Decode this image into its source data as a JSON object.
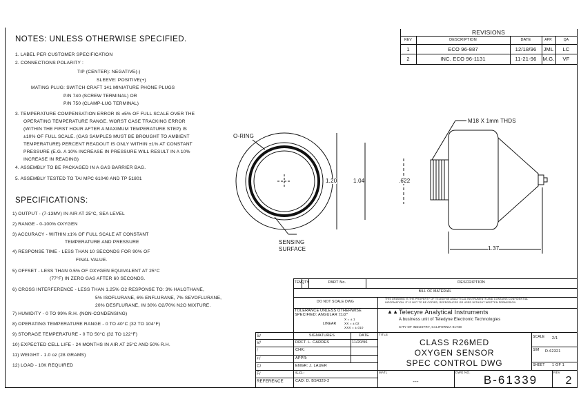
{
  "notes": {
    "title": "NOTES: UNLESS OTHERWISE SPECIFIED.",
    "lines": [
      "1. LABEL PER CUSTOMER SPECIFICATION",
      "2. CONNECTIONS POLARITY :",
      "TIP (CENTER): NEGATIVE(-)",
      "SLEEVE: POSITIVE(+)",
      "MATING PLUG: SWITCH CRAFT 141 MINIATURE PHONE PLUGS",
      "P/N 740 (SCREW TERMINAL) OR",
      "P/N 750 (CLAMP-LUG TERMINAL)",
      "3. TEMPERATURE COMPENSATION ERROR IS ±5% OF FULL SCALE OVER THE",
      "OPERATING TEMPERATURE RANGE. WORST CASE TRACKING ERROR",
      "(WITHIN THE FIRST HOUR AFTER A MAXIMUM TEMPERATURE STEP) IS",
      "±10% OF FULL SCALE. (GAS SAMPLES MUST BE BROUGHT TO AMBIENT",
      "TEMPERATURE) PERCENT READOUT IS ONLY WITHIN ±1% AT CONSTANT",
      "PRESSURE (E.G. A 10% INCREASE IN PRESSURE WILL RESULT IN A 10%",
      "INCREASE IN READING)",
      "4. ASSEMBLY TO BE PACKAGED IN A GAS BARRIER BAG.",
      "5. ASSEMBLY TESTED TO TAI MPC 61040 AND TP 51801"
    ]
  },
  "specs": {
    "title": "SPECIFICATIONS:",
    "lines": [
      "1) OUTPUT - (7-13MV) IN AIR AT 25°C, SEA LEVEL",
      "2) RANGE - 0-100% OXYGEN",
      "3) ACCURACY - WITHIN ±1% OF FULL SCALE AT CONSTANT",
      "TEMPERATURE AND PRESSURE",
      "4) RESPONSE TIME - LESS THAN 10 SECONDS FOR 90% OF",
      "FINAL VALUE.",
      "5) OFFSET - LESS THAN 0.5% OF OXYGEN EQUIVALENT AT 25°C",
      "(77°F) IN ZERO GAS AFTER 60 SECONDS.",
      "6) CROSS INTERFERENCE - LESS THAN 1.25% O2 RESPONSE TO: 3% HALOTHANE,",
      "5% ISOFLURANE, 6% ENFLURANE, 7% SEVOFLURANE,",
      "20% DESFLURANE, IN 30% O2/70% N2O MIXTURE.",
      "7) HUMIDITY - 0 TO 99% R.H. (NON-CONDENSING)",
      "8) OPERATING TEMPERATURE RANGE - 0 TO 40°C (32 TO 104°F)",
      "9) STORAGE TEMPERATURE - 0 TO 50°C (32 TO 122°F)",
      "10) EXPECTED CELL LIFE - 24 MONTHS IN AIR AT 25°C AND 50% R.H.",
      "11) WEIGHT - 1.0 oz (28 GRAMS)",
      "12) LOAD - 10K REQUIRED"
    ]
  },
  "revisions": {
    "title": "REVISIONS",
    "headers": [
      "REV",
      "DESCRIPTION",
      "DATE",
      "APP.",
      "QA"
    ],
    "rows": [
      [
        "1",
        "ECO 96-887",
        "12/18/96",
        "JML",
        "LC"
      ],
      [
        "2",
        "INC. ECO 96-1131",
        "11-21-96",
        "M.G.",
        "VF"
      ]
    ]
  },
  "drawing": {
    "o_ring": "O-RING",
    "sensing": "SENSING",
    "surface": "SURFACE",
    "dim_120": "1.20",
    "dim_104": "1.04",
    "dim_622": ".622",
    "dim_137": "1.37",
    "thread": "M18 X 1mm THDS"
  },
  "title_block": {
    "item": "ITEM",
    "qty": "QTY",
    "part_no": "PART No.",
    "description": "DESCRIPTION",
    "bom": "BILL OF MATERIAL",
    "scale_note": "DO NOT SCALE DWG",
    "property": [
      "THIS DRAWING IS THE PROPERTY OF TELEDYNE ANALYTICAL INSTRUMENTS AND CONTAINS CONFIDENTIAL",
      "INFORMATION. IT IS NOT TO BE COPIED, REPRODUCED OR USED WITHOUT WRITTEN PERMISSION"
    ],
    "tolerance": [
      "TOLERANCE UNLESS OTHERWISE",
      "SPECIFIED: ANGULAR ±1/2°",
      "LINEAR",
      "X = ±.1",
      "XX = ±.02",
      "XXX = ±.010"
    ],
    "company": "Telecyre Analytical Instruments",
    "unit": "A business unit of Teledyne Electronic Technologies",
    "city": "CITY OF INDUSTRY, CALIFORNIA 91748",
    "left_labels": [
      "S/",
      "V/",
      "/",
      "+/",
      "C/",
      "F/",
      "REFERENCE"
    ],
    "sig_header": "SIGNATURES",
    "date_header": "DATE",
    "sigs": [
      "DRFT. L. CARDES",
      "CHK:",
      "APPR:",
      "ENGR: J. LAUER",
      "S.O.:",
      "CAD: D. BS4329-2"
    ],
    "sig_date": "11/20/96",
    "title_label": "TITLE",
    "title_lines": [
      "CLASS R26MED",
      "OXYGEN SENSOR",
      "SPEC CONTROL DWG"
    ],
    "scale_label": "SCALE",
    "scale": "2/1",
    "sim_label": "SIM",
    "sim": "D-62321",
    "sheet_label": "SHEET",
    "sheet": "1 OF 1",
    "matl_label": "MATL",
    "matl": "---",
    "dwg_label": "DWG NO.",
    "dwg": "B-61339",
    "rev_label": "REV",
    "rev": "2"
  }
}
